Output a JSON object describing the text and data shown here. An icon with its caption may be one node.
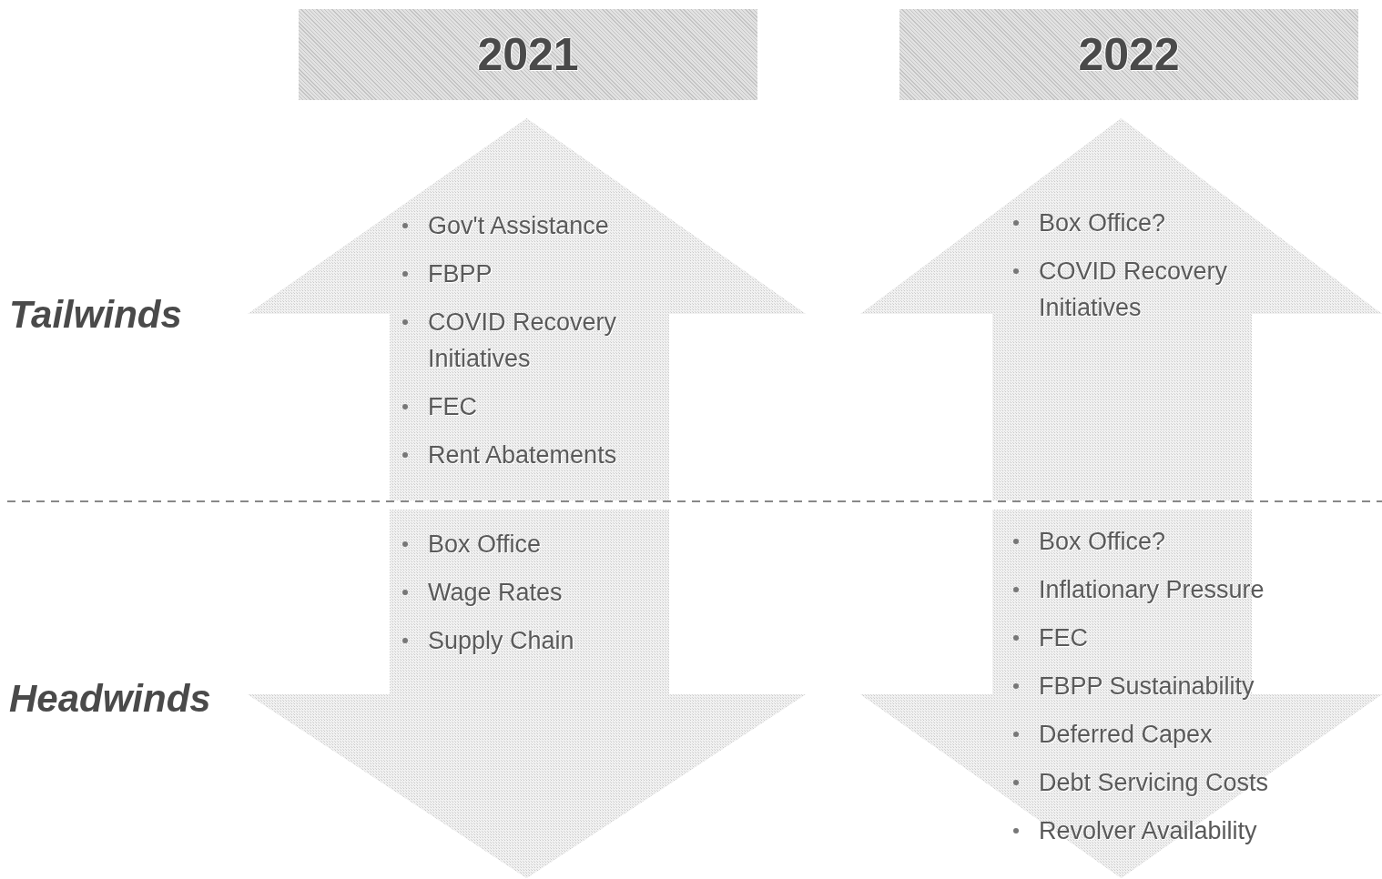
{
  "diagram": {
    "nodes": [
      {
        "text": [
          "2021"
        ]
      },
      {
        "text": [
          "2022"
        ]
      },
      {
        "text": [
          "Gov't Assistance",
          "FBPP",
          "COVID Recovery Initiatives",
          "FEC",
          "Rent Abatements"
        ]
      },
      {
        "text": [
          "Box Office",
          "Wage Rates",
          "Supply Chain"
        ]
      },
      {
        "text": [
          "Box Office?",
          "COVID Recovery Initiatives"
        ]
      },
      {
        "text": [
          "Box Office?",
          "Inflationary Pressure",
          "FEC",
          "FBPP Sustainability",
          "Deferred Capex",
          "Debt Servicing Costs",
          "Revolver Availability"
        ]
      }
    ],
    "labels": [
      "Tailwinds",
      "Headwinds"
    ]
  }
}
